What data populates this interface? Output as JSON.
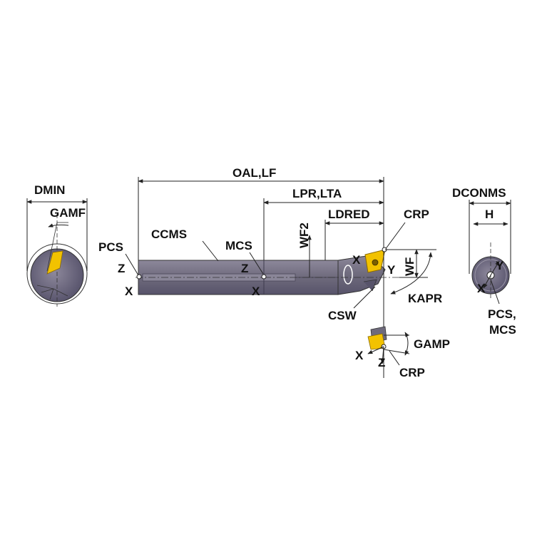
{
  "labels": {
    "dmin": "DMIN",
    "gamf": "GAMF",
    "pcs_left": "PCS",
    "z_left": "Z",
    "x_left": "X",
    "ccms": "CCMS",
    "oal_lf": "OAL,LF",
    "lpr_lta": "LPR,LTA",
    "ldred": "LDRED",
    "wf2": "WF2",
    "mcs": "MCS",
    "z_mid": "Z",
    "x_mid": "X",
    "crp_top": "CRP",
    "x_insert": "X",
    "y_insert": "Y",
    "wf": "WF",
    "kapr": "KAPR",
    "csw": "CSW",
    "gamp": "GAMP",
    "x_bottom": "X",
    "z_bottom": "Z",
    "crp_bottom": "CRP",
    "dconms": "DCONMS",
    "h": "H",
    "y_right": "Y",
    "x_right": "X",
    "pcs_mcs_line1": "PCS,",
    "pcs_mcs_line2": "MCS"
  },
  "colors": {
    "shank": "#6e6a7c",
    "shank_dark": "#4a4658",
    "shank_light": "#9a96a6",
    "insert": "#f2c200",
    "insert_edge": "#b58a00",
    "line": "#222222"
  }
}
